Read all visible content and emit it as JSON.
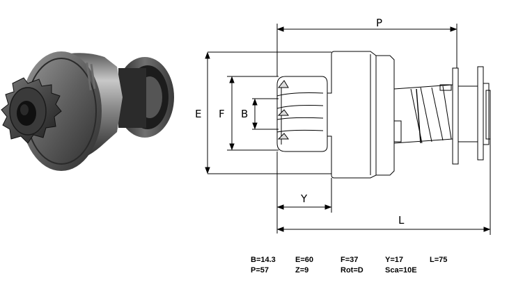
{
  "dimensions": {
    "P": "P",
    "E": "E",
    "F": "F",
    "B": "B",
    "Y": "Y",
    "L": "L"
  },
  "specs": {
    "row1": [
      "B=14.3",
      "E=60",
      "F=37",
      "Y=17",
      "L=75"
    ],
    "row2": [
      "P=57",
      "Z=9",
      "Rot=D",
      "Sca=10E"
    ]
  },
  "colors": {
    "line": "#000000",
    "metal_dark": "#3a3a3a",
    "metal_light": "#b9b9b9"
  }
}
